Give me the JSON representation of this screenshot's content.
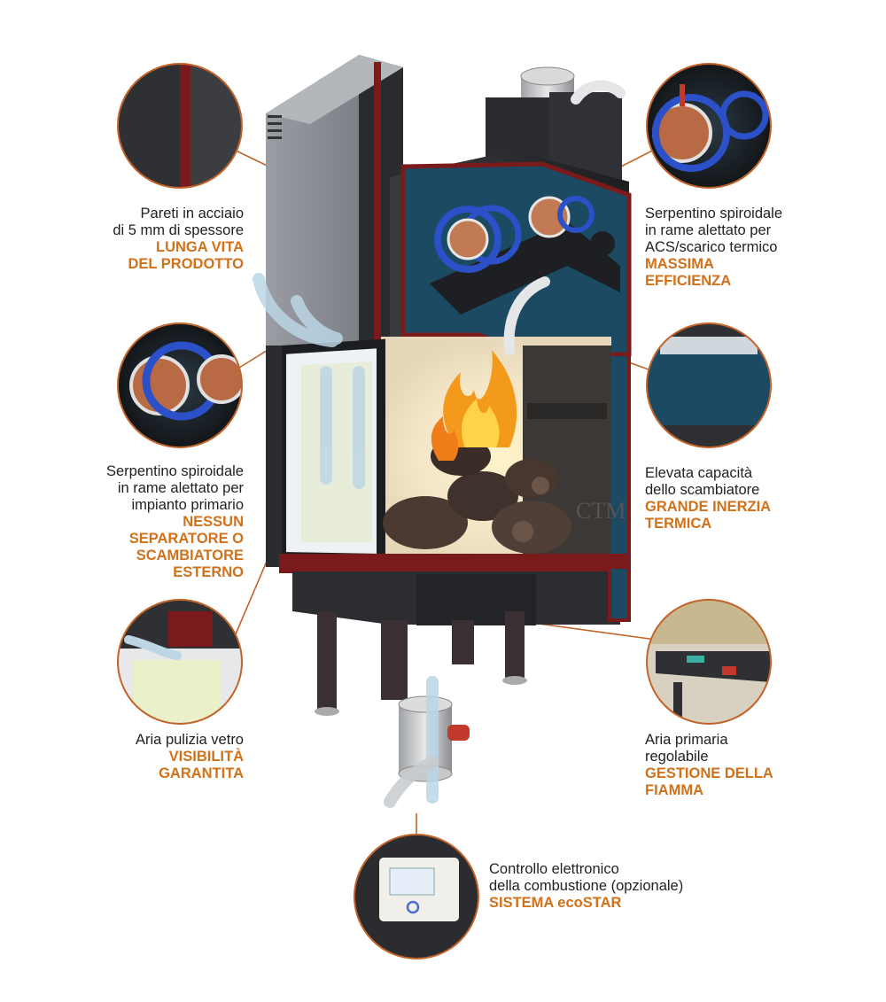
{
  "colors": {
    "highlight": "#d1711a",
    "text": "#222222",
    "steel": "#2f3033",
    "steel_light": "#8d9096",
    "cutaway_red": "#7a1a1a",
    "water_blue": "#1b4a62",
    "air_blue": "#bcd6e6",
    "copper_coil": "#b86a44",
    "ring_blue": "#2b50c8",
    "flame": "#f39a1d",
    "log": "#4a3a32"
  },
  "icons": [
    "steel-wall-detail-icon",
    "heat-coil-detail-icon",
    "glass-air-detail-icon",
    "acs-coil-detail-icon",
    "exchanger-detail-icon",
    "primary-air-detail-icon",
    "ecostar-controller-icon"
  ],
  "callouts": {
    "walls": {
      "text": [
        "Pareti in acciaio",
        "di 5 mm di spessore"
      ],
      "highlight": [
        "LUNGA VITA",
        "DEL PRODOTTO"
      ]
    },
    "primary_coil": {
      "text": [
        "Serpentino spiroidale",
        "in rame alettato per",
        "impianto primario"
      ],
      "highlight": [
        "NESSUN",
        "SEPARATORE O",
        "SCAMBIATORE",
        "ESTERNO"
      ]
    },
    "glass_air": {
      "text": [
        "Aria pulizia vetro"
      ],
      "highlight": [
        "VISIBILITÀ",
        "GARANTITA"
      ]
    },
    "acs_coil": {
      "text": [
        "Serpentino spiroidale",
        "in rame alettato per",
        "ACS/scarico termico"
      ],
      "highlight": [
        "MASSIMA",
        "EFFICIENZA"
      ]
    },
    "exchanger": {
      "text": [
        "Elevata capacità",
        "dello scambiatore"
      ],
      "highlight": [
        "GRANDE INERZIA",
        "TERMICA"
      ]
    },
    "primary_air": {
      "text": [
        "Aria primaria",
        "regolabile"
      ],
      "highlight": [
        "GESTIONE DELLA",
        "FIAMMA"
      ]
    },
    "controller": {
      "text": [
        "Controllo elettronico",
        "della combustione (opzionale)"
      ],
      "highlight": [
        "SISTEMA ecoSTAR"
      ]
    }
  },
  "product": {
    "brand_mark": "CTM"
  }
}
